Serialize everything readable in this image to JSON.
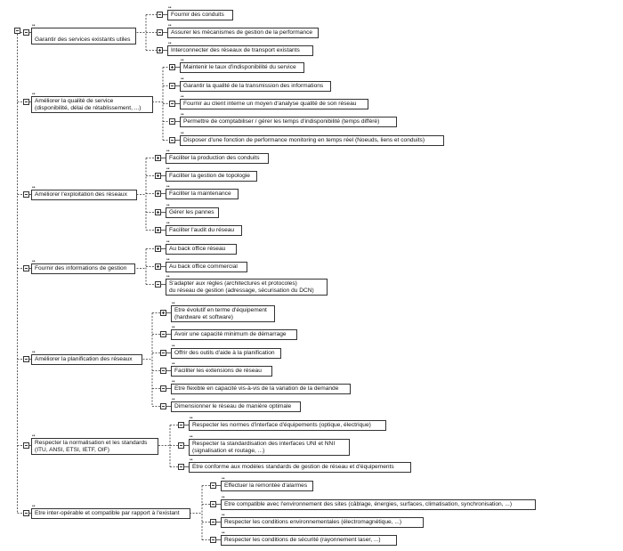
{
  "diagram": {
    "root": {
      "toggle": "minus"
    },
    "groups": [
      {
        "id": "g1",
        "label": "Garantir des services existants utiles",
        "toggle": "minus",
        "children": [
          {
            "label": "Fournir des conduits",
            "toggle": "minus"
          },
          {
            "label": "Assurer les mécanismes de gestion de la performance",
            "toggle": "minus"
          },
          {
            "label": "Interconnecter des réseaux de transport existants",
            "toggle": "plus"
          }
        ]
      },
      {
        "id": "g2",
        "label": "Améliorer la qualité de service\n(disponibilité, délai de rétablissement, ...)",
        "toggle": "minus",
        "children": [
          {
            "label": "Maintenir le taux d'indisponibilité du service",
            "toggle": "plus"
          },
          {
            "label": "Garantir la qualité de la transmission des informations",
            "toggle": "minus"
          },
          {
            "label": "Fournir au client interne un moyen d'analyse qualité de son réseau",
            "toggle": "minus"
          },
          {
            "label": "Permettre de comptabiliser / gérer les temps d'indisponibilité (temps différé)",
            "toggle": "minus"
          },
          {
            "label": "Disposer d'une fonction de performance monitoring en temps réel (Noeuds, liens et conduits)",
            "toggle": "minus"
          }
        ]
      },
      {
        "id": "g3",
        "label": "Améliorer l'exploitation des réseaux",
        "toggle": "minus",
        "children": [
          {
            "label": "Faciliter la production des conduits",
            "toggle": "plus"
          },
          {
            "label": "Faciliter la gestion de topologie",
            "toggle": "plus"
          },
          {
            "label": "Faciliter la maintenance",
            "toggle": "plus"
          },
          {
            "label": "Gérer les pannes",
            "toggle": "plus"
          },
          {
            "label": "Faciliter l'audit du réseau",
            "toggle": "plus"
          }
        ]
      },
      {
        "id": "g4",
        "label": "Fournir des informations de gestion",
        "toggle": "minus",
        "children": [
          {
            "label": "Au back office réseau",
            "toggle": "plus"
          },
          {
            "label": "Au back office commercial",
            "toggle": "plus"
          },
          {
            "label": "S'adapter aux règles (architectures et protocoles)\ndu réseau de gestion (adressage, sécurisation du DCN)",
            "toggle": "minus"
          }
        ]
      },
      {
        "id": "g5",
        "label": "Améliorer la planification des réseaux",
        "toggle": "minus",
        "children": [
          {
            "label": "Etre évolutif en terme d'équipement\n(hardware et software)",
            "toggle": "plus"
          },
          {
            "label": "Avoir une capacité minimum de démarrage",
            "toggle": "minus"
          },
          {
            "label": "Offrir des outils d'aide à la planification",
            "toggle": "minus"
          },
          {
            "label": "Faciliter les extensions de réseau",
            "toggle": "minus"
          },
          {
            "label": "Etre flexible en capacité vis-à-vis de la variation de la demande",
            "toggle": "minus"
          },
          {
            "label": "Dimensionner le réseau de manière optimale",
            "toggle": "minus"
          }
        ]
      },
      {
        "id": "g6",
        "label": "Respecter la normalisation et les standards\n(ITU, ANSI, ETSI, IETF, OIF)",
        "toggle": "minus",
        "children": [
          {
            "label": "Respecter les normes d'interface d'équipements (optique, électrique)",
            "toggle": "minus"
          },
          {
            "label": "Respecter la standardisation des interfaces UNI et NNI\n(signalisation et routage, ...)",
            "toggle": "minus"
          },
          {
            "label": "Etre conforme aux modèles standards de gestion de réseau et d'équipements",
            "toggle": "minus"
          }
        ]
      },
      {
        "id": "g7",
        "label": "Etre inter-opérable et compatible par rapport à l'existant",
        "toggle": "minus",
        "children": [
          {
            "label": "Effectuer la remontée d'alarmes",
            "toggle": "minus"
          },
          {
            "label": "Etre compatible avec l'environnement des sites (câblage, énergies, surfaces, climatisation, synchronisation, ...)",
            "toggle": "minus"
          },
          {
            "label": "Respecter les conditions environnementales (électromagnétique, ...)",
            "toggle": "minus"
          },
          {
            "label": "Respecter les conditions de sécurité (rayonnement laser, ...)",
            "toggle": "minus"
          }
        ]
      }
    ]
  }
}
